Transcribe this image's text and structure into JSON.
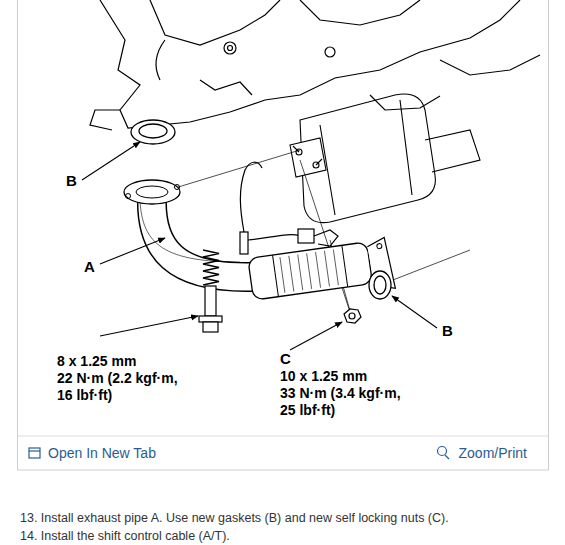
{
  "diagram": {
    "labels": [
      "B",
      "A",
      "B",
      "8 x 1.25 mm",
      "22 N·m (2.2 kgf·m,",
      "16 lbf·ft)",
      "C",
      "10 x 1.25 mm",
      "33 N·m (3.4 kgf·m,",
      "25 lbf·ft)",
      "Open In New Tab",
      "Zoom/Print",
      "13. Install exhaust pipe A. Use new gaskets (B) and new self locking nuts (C).",
      "14. Install the shift control cable (A/T)."
    ]
  }
}
